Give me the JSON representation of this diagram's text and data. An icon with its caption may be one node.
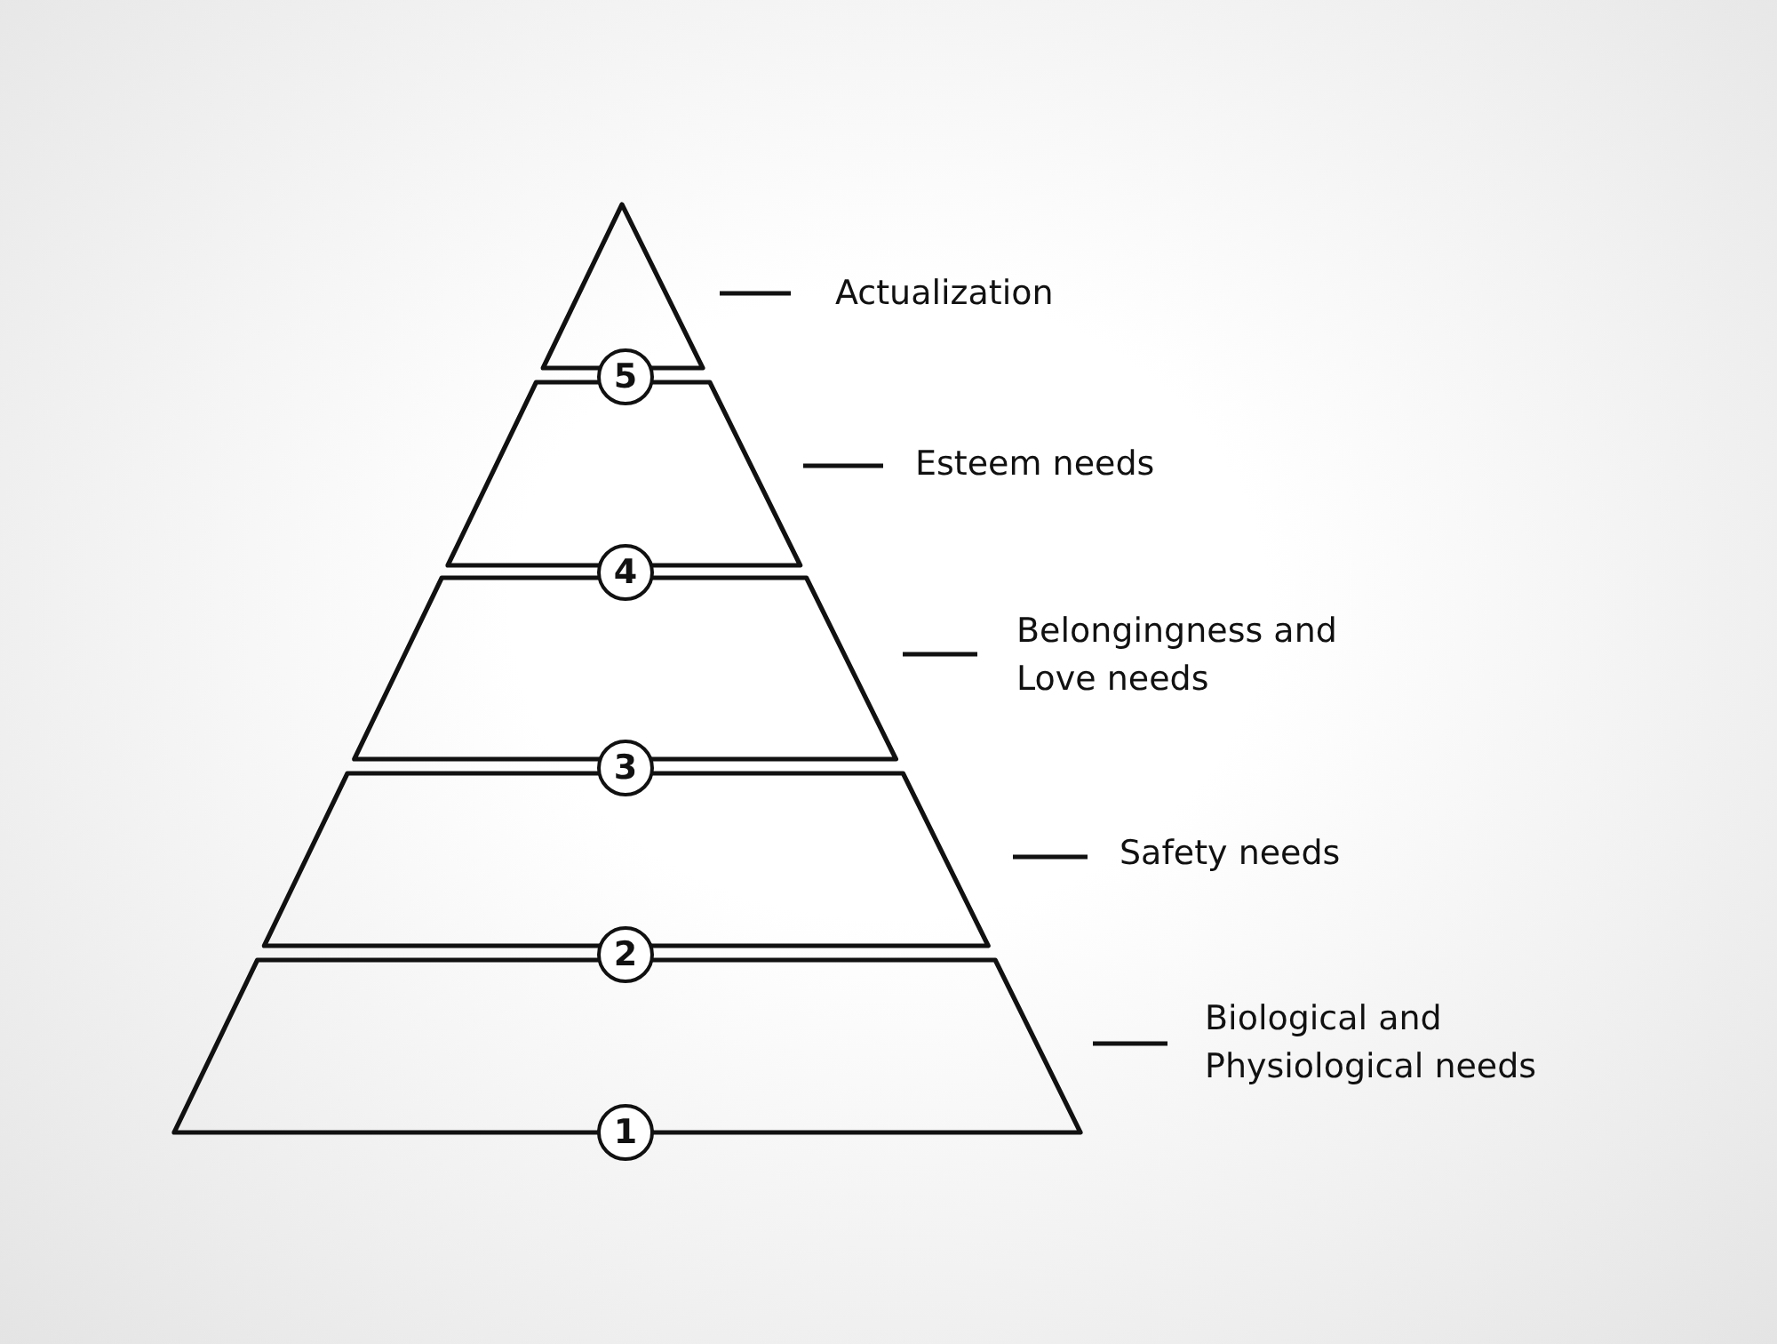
{
  "diagram": {
    "nodes": [
      {
        "text": [
          "5"
        ]
      },
      {
        "text": [
          "4"
        ]
      },
      {
        "text": [
          "3"
        ]
      },
      {
        "text": [
          "2"
        ]
      },
      {
        "text": [
          "1"
        ]
      }
    ],
    "labels": [
      "Actualization",
      "Esteem needs",
      "Belongingness and Love needs",
      "Safety needs",
      "Biological and Physiological needs"
    ]
  }
}
